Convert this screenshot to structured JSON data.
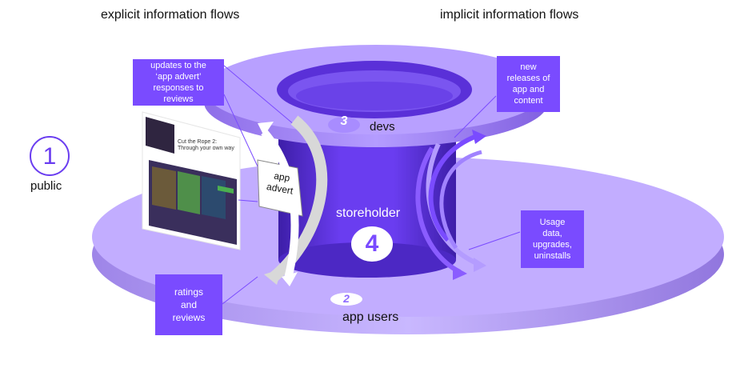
{
  "headers": {
    "left": "explicit information flows",
    "right": "implicit information flows"
  },
  "labels": {
    "public": "public",
    "devs": "devs",
    "app_users": "app users",
    "storeholder": "storeholder",
    "app_advert": "app\nadvert"
  },
  "numbers": {
    "public": "1",
    "app_users": "2",
    "devs": "3",
    "storeholder": "4"
  },
  "callouts": {
    "updates": "updates to the\n‘app advert’\nresponses to\nreviews",
    "releases": "new\nreleases of\napp and\ncontent",
    "usage": "Usage\ndata,\nupgrades,\nuninstalls",
    "ratings": "ratings\nand\nreviews"
  },
  "screenshot": {
    "app_title": "Cut the Rope 2: Through your own way"
  },
  "colors": {
    "callout": "#7a4bff",
    "disc": "#bfa8ff",
    "cylinder": "#6a3df0",
    "arrow_implicit": "#8a5cff",
    "arrow_explicit": "#d9d9d9"
  }
}
